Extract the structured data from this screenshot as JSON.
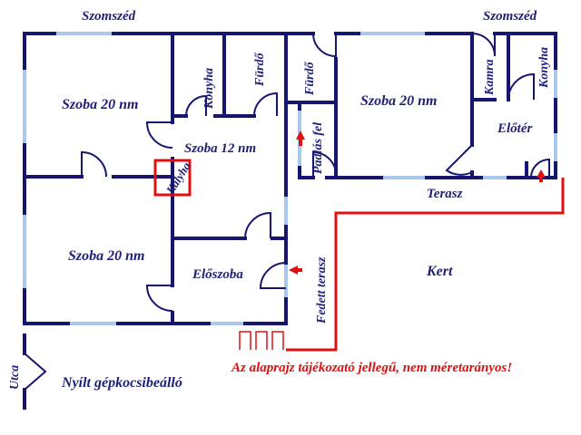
{
  "labels": {
    "neighbor_left": "Szomszéd",
    "neighbor_right": "Szomszéd",
    "room_20_top_left": "Szoba 20 nm",
    "kitchen_left": "Konyha",
    "bathroom_left": "Fürdő",
    "bathroom_right": "Fürdő",
    "room_20_top_right": "Szoba 20 nm",
    "pantry": "Kamra",
    "kitchen_right": "Konyha",
    "room_12": "Szoba 12 nm",
    "attic_up": "Padlás fel",
    "stove": "Kályha",
    "vestibule": "Előtér",
    "terrace": "Terasz",
    "room_20_bottom_left": "Szoba 20 nm",
    "hall": "Előszoba",
    "covered_terrace": "Fedett terasz",
    "garden": "Kert",
    "street": "Utca",
    "open_parking": "Nyílt gépkocsibeálló",
    "disclaimer": "Az alaprajz tájékozató jellegű, nem méretarányos!"
  },
  "colors": {
    "wall": "#16166e",
    "window": "#a9c8ea",
    "red": "#e01010",
    "label": "#1f1f7a",
    "door": "#16166e"
  }
}
